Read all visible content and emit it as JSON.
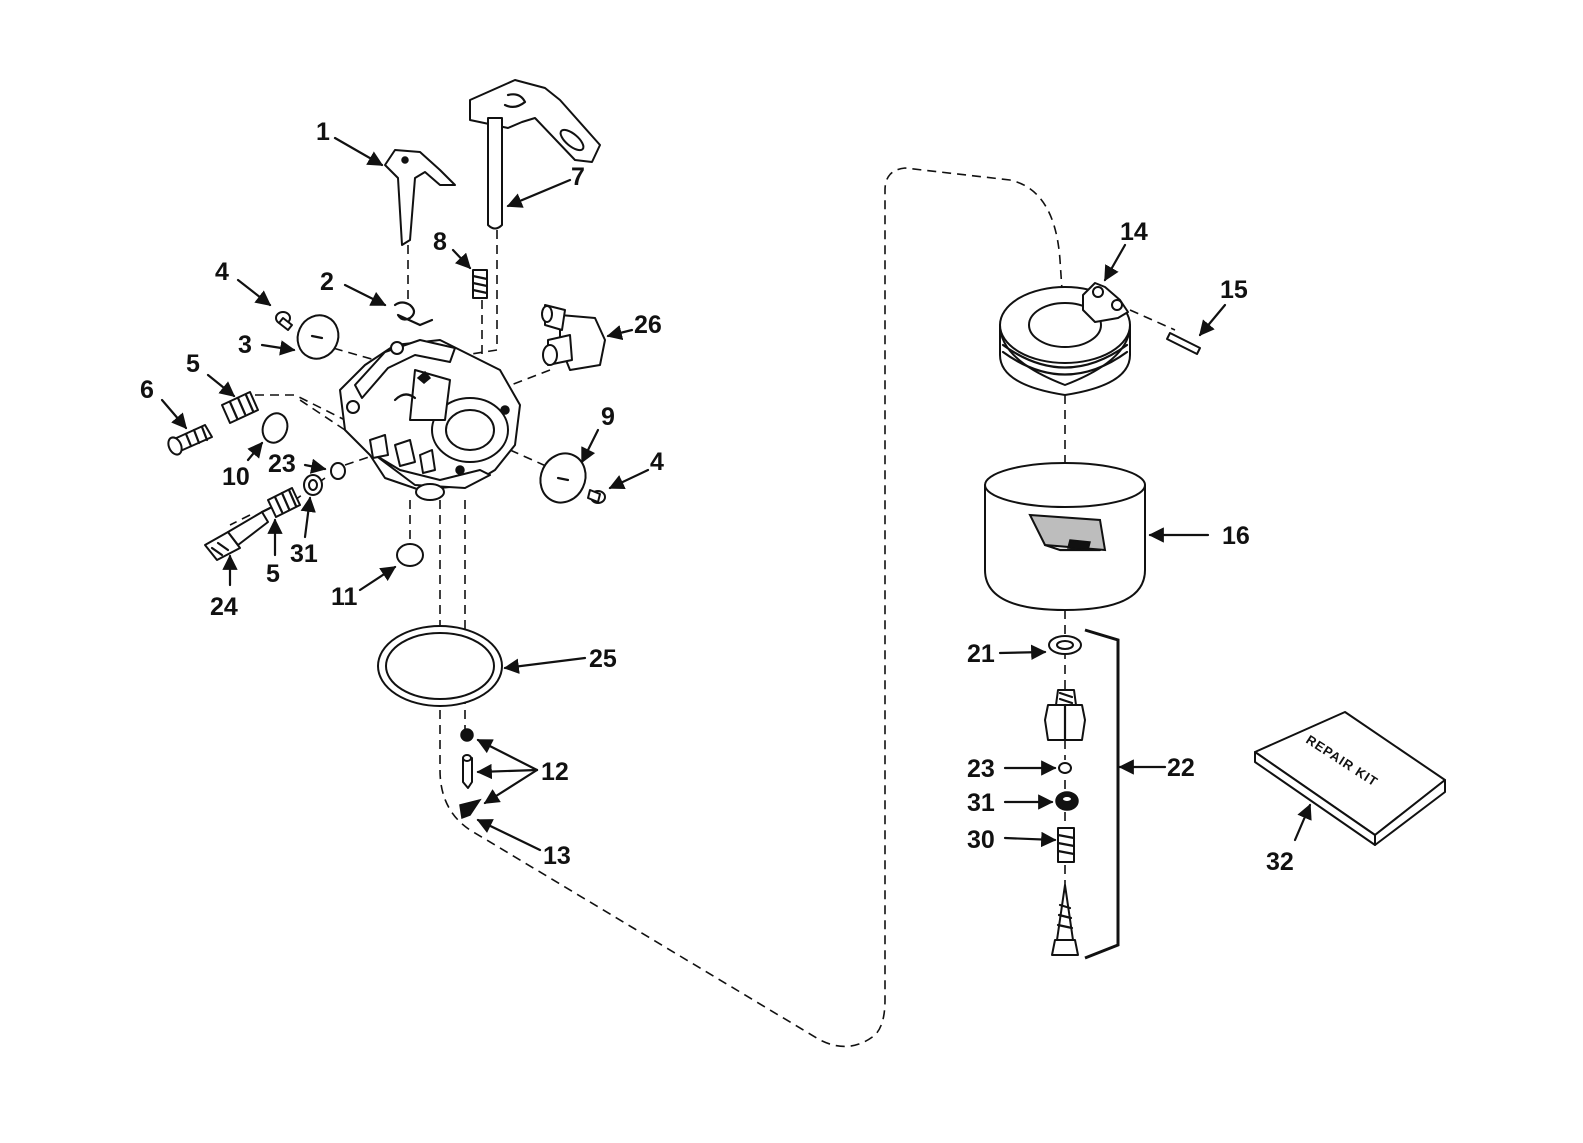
{
  "diagram": {
    "repair_kit_text": "REPAIR KIT",
    "labels": {
      "p1": "1",
      "p2": "2",
      "p3": "3",
      "p4a": "4",
      "p4b": "4",
      "p5a": "5",
      "p5b": "5",
      "p6": "6",
      "p7": "7",
      "p8": "8",
      "p9": "9",
      "p10": "10",
      "p11": "11",
      "p12": "12",
      "p13": "13",
      "p14": "14",
      "p15": "15",
      "p16": "16",
      "p21": "21",
      "p22": "22",
      "p23a": "23",
      "p23b": "23",
      "p24": "24",
      "p25": "25",
      "p26": "26",
      "p30": "30",
      "p31a": "31",
      "p31b": "31",
      "p32": "32"
    }
  }
}
